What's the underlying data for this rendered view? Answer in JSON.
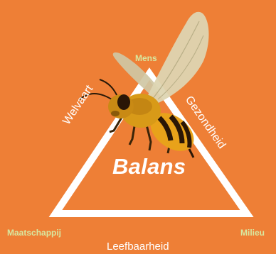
{
  "colors": {
    "background": "#EE7F36",
    "triangle": "#FFFFFF",
    "corner_label": "#D8E8A0",
    "center_text": "#FFFFFF"
  },
  "diagram": {
    "center_label": "Balans",
    "corners": {
      "top": "Mens",
      "bottom_left": "Maatschappij",
      "bottom_right": "Milieu"
    },
    "edges": {
      "left": "Welvaart",
      "right": "Gezondheid",
      "bottom": "Leefbaarheid"
    }
  },
  "illustration": {
    "icon": "bee-icon"
  }
}
